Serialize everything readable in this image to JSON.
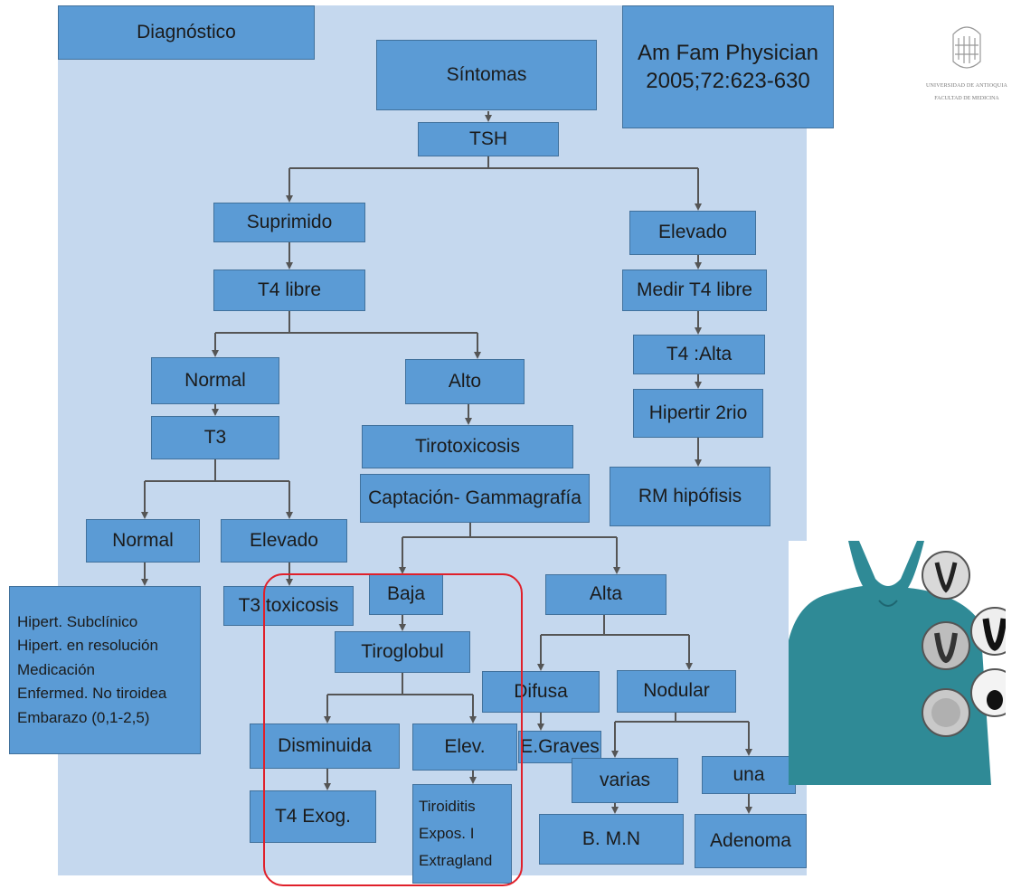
{
  "title": "Diagnóstico",
  "reference": {
    "line1": "Am Fam Physician",
    "line2": "2005;72:623-630"
  },
  "logo": {
    "icon": "university-seal-icon",
    "name": "UNIVERSIDAD DE ANTIOQUIA",
    "faculty": "FACULTAD DE MEDICINA"
  },
  "nodes": {
    "sintomas": "Síntomas",
    "tsh": "TSH",
    "suprimido": "Suprimido",
    "t4_libre": "T4 libre",
    "normal_1": "Normal",
    "t3": "T3",
    "alto": "Alto",
    "tirotoxicosis": "Tirotoxicosis",
    "captacion": "Captación- Gammagrafía",
    "normal_2": "Normal",
    "elevado_t3": "Elevado",
    "t3_toxicosis": "T3 toxicosis",
    "baja": "Baja",
    "tiroglobul": "Tiroglobul",
    "disminuida": "Disminuida",
    "t4_exog": "T4 Exog.",
    "elev": "Elev.",
    "alta": "Alta",
    "difusa": "Difusa",
    "e_graves": "E.Graves",
    "nodular": "Nodular",
    "varias": "varias",
    "bmn": "B. M.N",
    "una": "una",
    "adenoma": "Adenoma",
    "elevado": "Elevado",
    "medir_t4": "Medir T4 libre",
    "t4_alta": "T4 :Alta",
    "hipertir": "Hipertir 2rio",
    "rm": "RM hipófisis"
  },
  "subclinico_list": [
    "Hipert. Subclínico",
    "Hipert. en resolución",
    "Medicación",
    "Enfermed. No tiroidea",
    "Embarazo (0,1-2,5)"
  ],
  "tiroiditis_list": [
    "Tiroiditis",
    "Expos. I",
    "Extragland"
  ],
  "illustration": {
    "figure": "torso-silhouette-icon",
    "scans": "thyroid-scan-icons"
  },
  "colors": {
    "box": "#5b9bd5",
    "border": "#41719c",
    "panel": "#c5d8ee",
    "arrow": "#555555",
    "highlight": "#e0202a"
  }
}
